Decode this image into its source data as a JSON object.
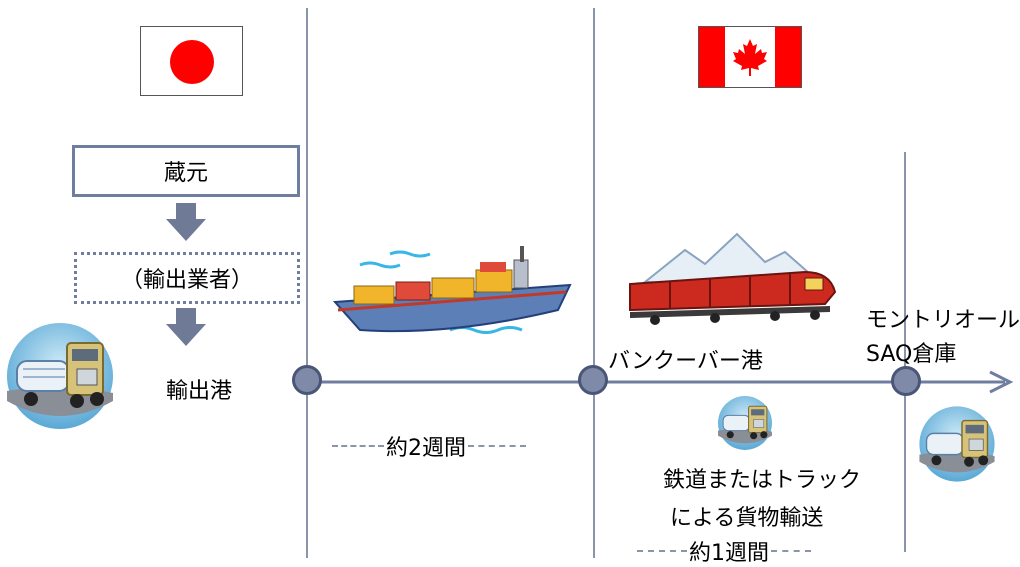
{
  "flags": {
    "japan": {
      "name": "japan-flag",
      "colors": {
        "field": "#ffffff",
        "disc": "#ff0000"
      }
    },
    "canada": {
      "name": "canada-flag",
      "colors": {
        "field": "#ffffff",
        "band": "#ff0000",
        "leaf": "#ff0000"
      }
    }
  },
  "steps": {
    "brewery": "蔵元",
    "exporter": "（輸出業者）",
    "export_port": "輸出港"
  },
  "route": {
    "vancouver_port": "バンクーバー港",
    "montreal_line1": "モントリオール",
    "montreal_line2": "SAQ倉庫",
    "sea_duration": "約2週間",
    "land_transport_line1": "鉄道またはトラック",
    "land_transport_line2": "による貨物輸送",
    "land_duration": "約1週間"
  },
  "icons": [
    "truck-icon",
    "cargo-ship-icon",
    "train-icon",
    "mountain-icon",
    "flow-arrow-icon"
  ],
  "colors": {
    "divider": "#8a94ab",
    "timeline": "#6f7ea0",
    "node_fill": "#7f8aa8",
    "node_stroke": "#4a5677",
    "step_border": "#6f7ea0",
    "arrow_fill": "#6f7a96",
    "dash": "#8a94ab"
  }
}
